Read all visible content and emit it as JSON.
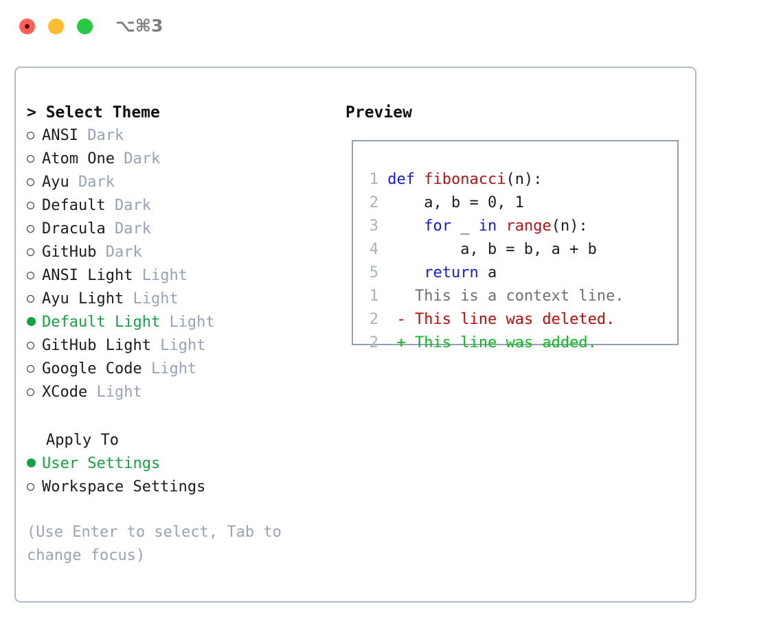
{
  "titlebar": {
    "shortcut": "⌥⌘3",
    "buttons": [
      {
        "name": "close",
        "color": "#ff5f57"
      },
      {
        "name": "minimize",
        "color": "#febc2e"
      },
      {
        "name": "maximize",
        "color": "#28c840"
      }
    ]
  },
  "theme_picker": {
    "heading": "> Select Theme",
    "selected_theme": "Default Light",
    "items": [
      {
        "name": "ANSI",
        "badge": "Dark",
        "selected": false
      },
      {
        "name": "Atom One",
        "badge": "Dark",
        "selected": false
      },
      {
        "name": "Ayu",
        "badge": "Dark",
        "selected": false
      },
      {
        "name": "Default",
        "badge": "Dark",
        "selected": false
      },
      {
        "name": "Dracula",
        "badge": "Dark",
        "selected": false
      },
      {
        "name": "GitHub",
        "badge": "Dark",
        "selected": false
      },
      {
        "name": "ANSI Light",
        "badge": "Light",
        "selected": false
      },
      {
        "name": "Ayu Light",
        "badge": "Light",
        "selected": false
      },
      {
        "name": "Default Light",
        "badge": "Light",
        "selected": true
      },
      {
        "name": "GitHub Light",
        "badge": "Light",
        "selected": false
      },
      {
        "name": "Google Code",
        "badge": "Light",
        "selected": false
      },
      {
        "name": "XCode",
        "badge": "Light",
        "selected": false
      }
    ]
  },
  "apply_to": {
    "heading": "Apply To",
    "selected_option": "User Settings",
    "options": [
      {
        "label": "User Settings",
        "selected": true
      },
      {
        "label": "Workspace Settings",
        "selected": false
      }
    ]
  },
  "hint": {
    "line1": "(Use Enter to select, Tab to",
    "line2": "change focus)"
  },
  "preview": {
    "heading": "Preview",
    "code_lines": [
      {
        "num": "1",
        "tokens": [
          {
            "t": "def ",
            "c": "kw"
          },
          {
            "t": "fibonacci",
            "c": "fn"
          },
          {
            "t": "(n):",
            "c": "plain"
          }
        ]
      },
      {
        "num": "2",
        "tokens": [
          {
            "t": "    a, b = 0, 1",
            "c": "plain"
          }
        ]
      },
      {
        "num": "3",
        "tokens": [
          {
            "t": "    for ",
            "c": "kw"
          },
          {
            "t": "_ ",
            "c": "plain"
          },
          {
            "t": "in ",
            "c": "kw"
          },
          {
            "t": "range",
            "c": "fn"
          },
          {
            "t": "(n):",
            "c": "plain"
          }
        ]
      },
      {
        "num": "4",
        "tokens": [
          {
            "t": "        a, b = b, a + b",
            "c": "plain"
          }
        ]
      },
      {
        "num": "5",
        "tokens": [
          {
            "t": "    return ",
            "c": "kw"
          },
          {
            "t": "a",
            "c": "plain"
          }
        ]
      }
    ],
    "diff_lines": [
      {
        "num": "1",
        "marker": " ",
        "text": "This is a context line.",
        "kind": "context"
      },
      {
        "num": "2",
        "marker": "-",
        "text": "This line was deleted.",
        "kind": "del"
      },
      {
        "num": "2",
        "marker": "+",
        "text": "This line was added.",
        "kind": "add"
      }
    ]
  },
  "colors": {
    "selected_green": "#12a342",
    "badge_gray": "#97a3b4",
    "hint_gray": "#9aa4b2",
    "keyword_blue": "#1818e6",
    "function_red": "#b31414",
    "diff_deleted": "#c00909",
    "diff_added": "#08bd17",
    "panel_border": "#b0bac7",
    "preview_border": "#92a0b3"
  }
}
